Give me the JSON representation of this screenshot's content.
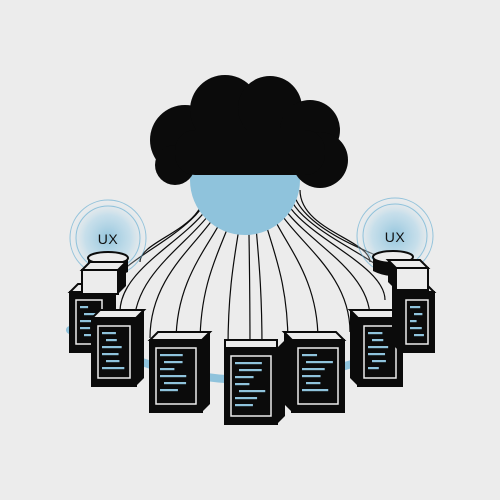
{
  "labels": {
    "ux_left": "UX",
    "ux_right": "UX"
  },
  "colors": {
    "background": "#ececec",
    "ink": "#0b0b0b",
    "accent": "#8fc3dc",
    "accent_light": "#cfe6f2",
    "panel_line": "#5aa8d0"
  },
  "icons": [
    "cloud-icon",
    "server-icon",
    "database-icon",
    "ux-node-icon",
    "connection-line"
  ]
}
